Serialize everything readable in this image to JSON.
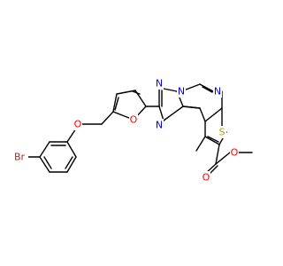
{
  "molecule": {
    "atoms": [
      {
        "key": "br",
        "text": "Br",
        "color": "#a52a2a"
      },
      {
        "key": "o_ether",
        "text": "O",
        "color": "#ff0000"
      },
      {
        "key": "o_furan",
        "text": "O",
        "color": "#ff0000"
      },
      {
        "key": "n_a",
        "text": "N",
        "color": "#0000ff"
      },
      {
        "key": "n_b",
        "text": "N",
        "color": "#0000ff"
      },
      {
        "key": "n_c",
        "text": "N",
        "color": "#0000ff"
      },
      {
        "key": "n_d",
        "text": "N",
        "color": "#0000ff"
      },
      {
        "key": "s_thio",
        "text": "S",
        "color": "#b5a500"
      },
      {
        "key": "o_carbonyl",
        "text": "O",
        "color": "#ff0000"
      },
      {
        "key": "o_ester",
        "text": "O",
        "color": "#ff0000"
      }
    ],
    "bond_color": "#000000"
  }
}
